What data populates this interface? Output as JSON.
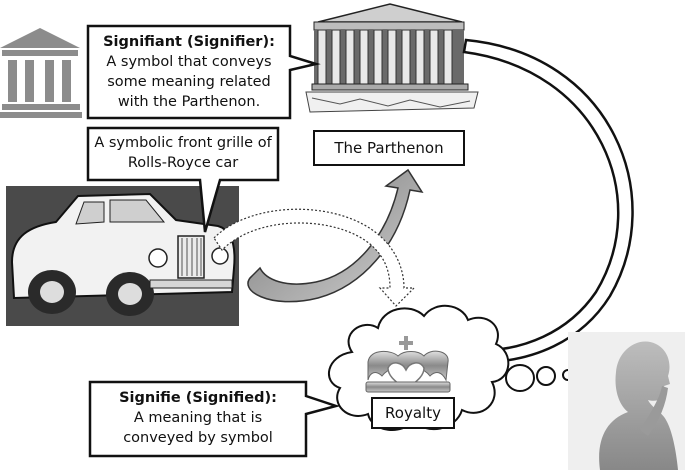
{
  "signifier": {
    "title": "Signifiant (Signifier):",
    "lines": [
      "A symbol that conveys",
      "some meaning related",
      "with the Parthenon."
    ]
  },
  "grille_note": {
    "lines": [
      "A symbolic front grille of",
      "Rolls-Royce car"
    ]
  },
  "parthenon_label": "The Parthenon",
  "signified": {
    "title": "Signifie (Signified):",
    "lines": [
      "A meaning that is",
      "conveyed by symbol"
    ]
  },
  "royalty_label": "Royalty",
  "icons": {
    "temple": "greek-temple-icon",
    "parthenon": "parthenon-photo",
    "car": "rolls-royce-car-image",
    "crown": "crown-icon",
    "thinker": "thinking-person-silhouette"
  }
}
